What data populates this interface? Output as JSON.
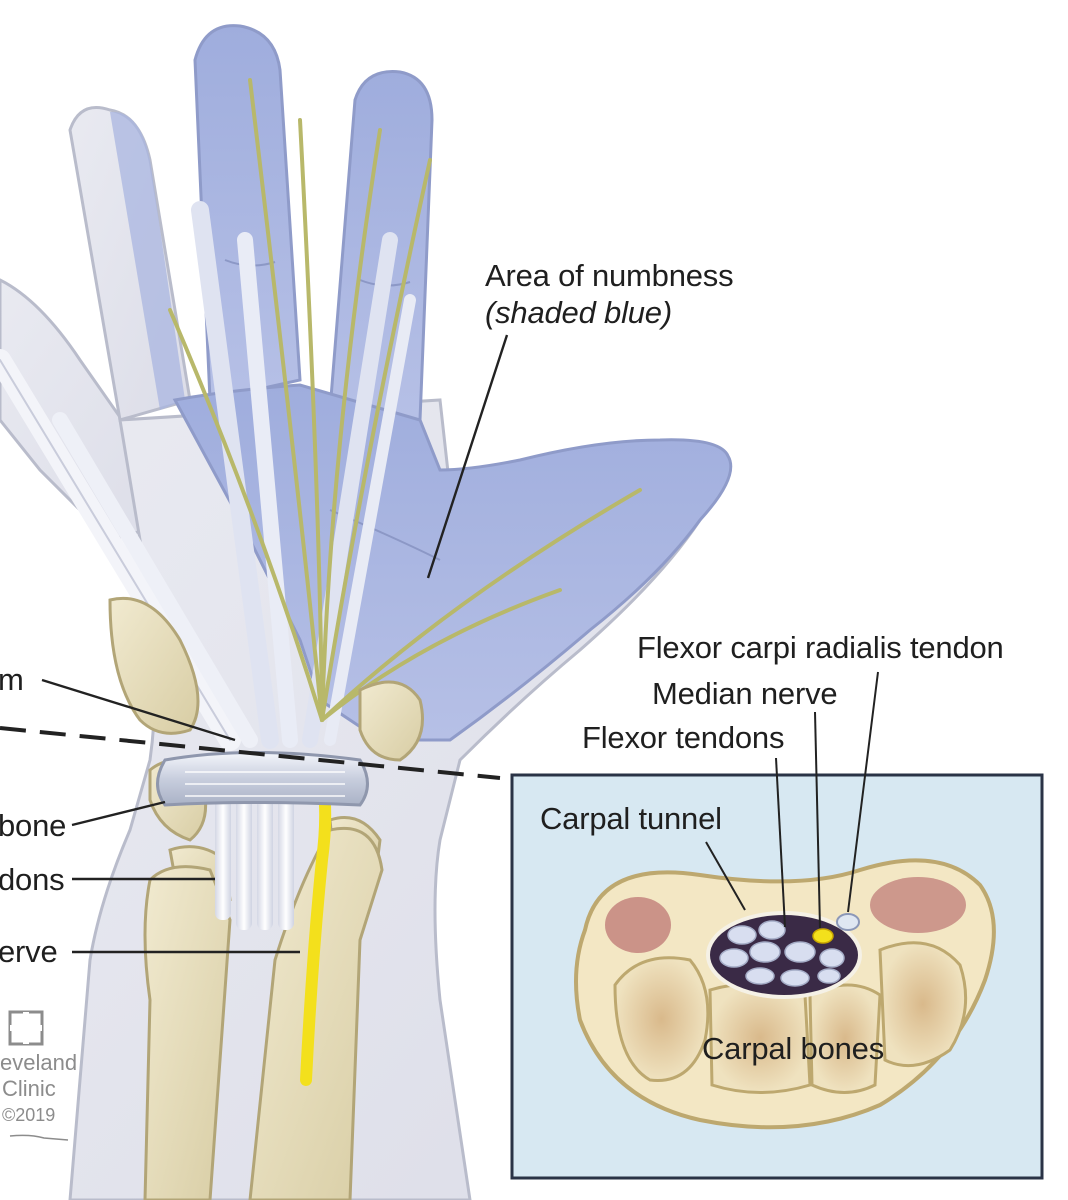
{
  "labels": {
    "numbness_title": "Area of numbness",
    "numbness_note": "(shaded blue)",
    "ligament_partial": "m",
    "bone_partial": "bone",
    "tendons_partial": "dons",
    "nerve_partial": "erve",
    "flexor_carpi": "Flexor carpi radialis tendon",
    "median_nerve": "Median nerve",
    "flexor_tendons": "Flexor tendons",
    "carpal_tunnel": "Carpal tunnel",
    "carpal_bones": "Carpal bones"
  },
  "logo": {
    "line1": "eveland",
    "line2": "Clinic",
    "year": "©2019"
  },
  "colors": {
    "numbness_blue": "#a9b5e2",
    "median_nerve_yellow": "#f3e01c",
    "inset_background": "#d7e8f2",
    "inset_border": "#2a3346"
  }
}
